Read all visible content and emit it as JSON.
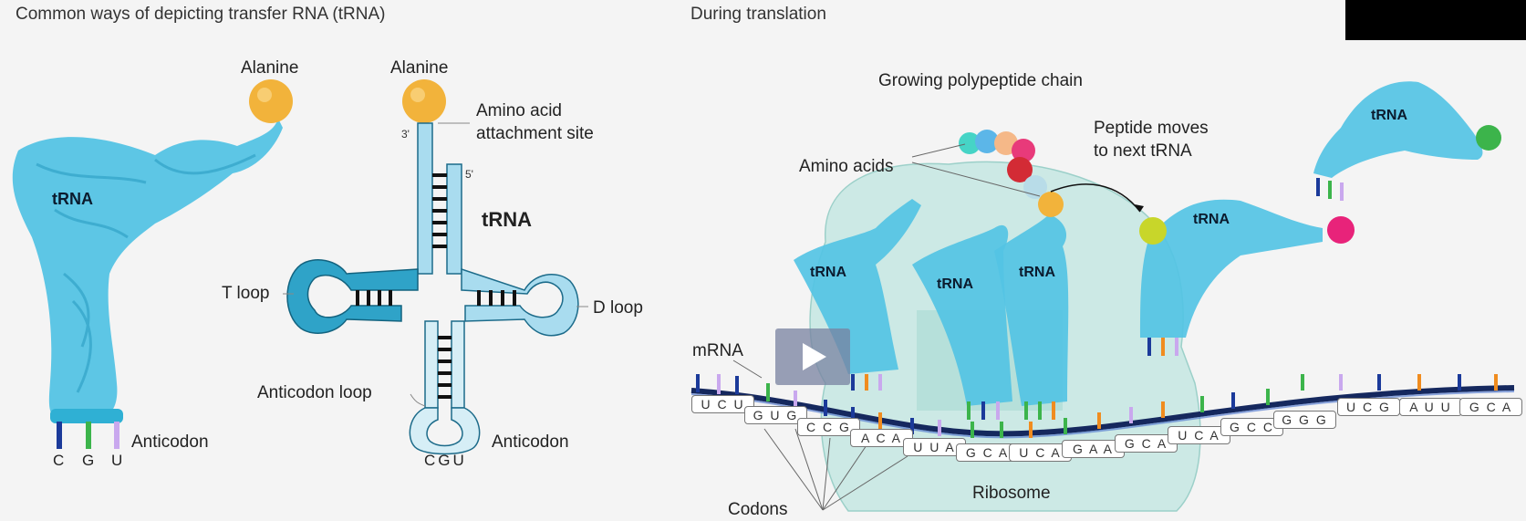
{
  "left_panel": {
    "title": "Common ways of depicting transfer RNA (tRNA)",
    "model_3d": {
      "amino_acid_label": "Alanine",
      "trna_label": "tRNA",
      "anticodon_label": "Anticodon",
      "anticodon_bases": [
        "C",
        "G",
        "U"
      ]
    },
    "cloverleaf": {
      "amino_acid_label": "Alanine",
      "attachment_label_line1": "Amino acid",
      "attachment_label_line2": "attachment site",
      "three_prime": "3'",
      "five_prime": "5'",
      "trna_label": "tRNA",
      "t_loop_label": "T loop",
      "d_loop_label": "D loop",
      "anticodon_loop_label": "Anticodon loop",
      "anticodon_label": "Anticodon",
      "anticodon_bases": "CGU"
    }
  },
  "right_panel": {
    "title": "During translation",
    "growing_chain_label": "Growing polypeptide chain",
    "amino_acids_label": "Amino acids",
    "peptide_moves_line1": "Peptide moves",
    "peptide_moves_line2": "to next tRNA",
    "trna_labels": [
      "tRNA",
      "tRNA",
      "tRNA",
      "tRNA",
      "tRNA"
    ],
    "mrna_label": "mRNA",
    "ribosome_label": "Ribosome",
    "codons_label": "Codons",
    "codons": [
      "UCU",
      "GUG",
      "CCG",
      "ACA",
      "UUA",
      "GCA",
      "UCA",
      "GAA",
      "GCA",
      "UCA",
      "GCC",
      "GGG",
      "UCG",
      "AUU",
      "GCA"
    ]
  },
  "video_overlay": {
    "play_icon": "play-icon"
  },
  "colors": {
    "trna_fill": "#4fc3e3",
    "trna_dark": "#2a9cc2",
    "alanine": "#f2b33b",
    "mrna_backbone": "#15285e",
    "ribosome": "#bfe6e0",
    "base_C": "#1b3a9a",
    "base_G": "#3cb44b",
    "base_U": "#c9a8ee",
    "base_A": "#f08c1f"
  }
}
